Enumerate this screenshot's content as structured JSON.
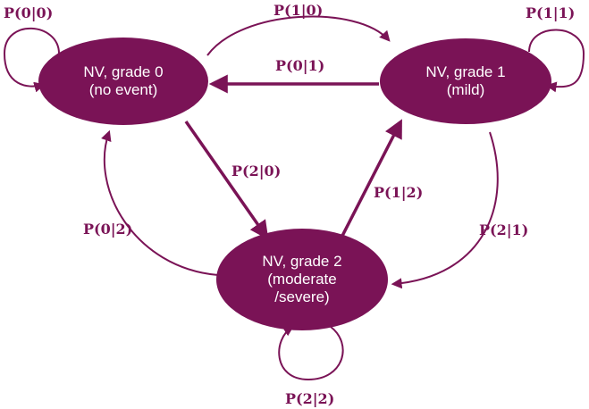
{
  "colors": {
    "node_fill": "#7a1356",
    "edge": "#7a1356",
    "node_text": "#ffffff"
  },
  "nodes": {
    "grade0": {
      "line1": "NV, grade 0",
      "line2": "(no event)"
    },
    "grade1": {
      "line1": "NV, grade 1",
      "line2": "(mild)"
    },
    "grade2": {
      "line1": "NV, grade 2",
      "line2": "(moderate",
      "line3": "/severe)"
    }
  },
  "edges": {
    "p00": "P(0|0)",
    "p10": "P(1|0)",
    "p11": "P(1|1)",
    "p01": "P(0|1)",
    "p20": "P(2|0)",
    "p12": "P(1|2)",
    "p02": "P(0|2)",
    "p21": "P(2|1)",
    "p22": "P(2|2)"
  }
}
